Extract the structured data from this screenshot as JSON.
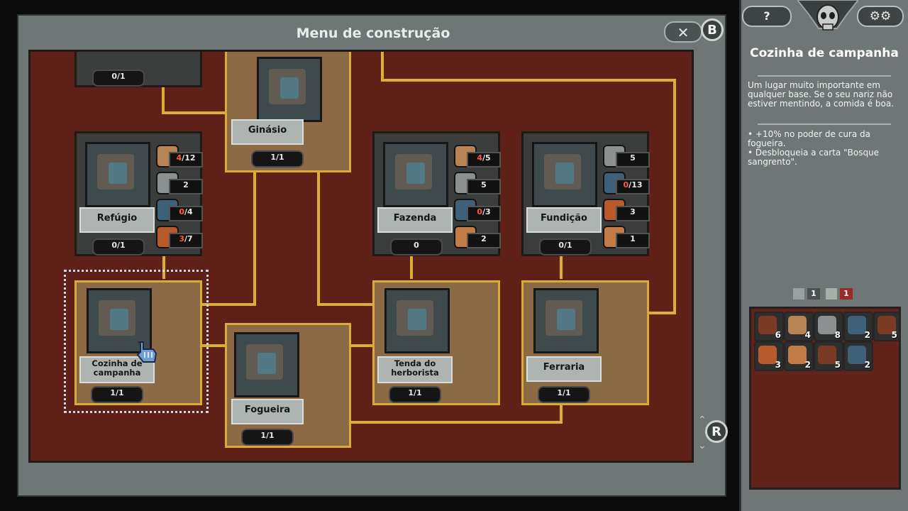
{
  "window": {
    "title": "Menu de construção",
    "close_key": "B",
    "close_symbol": "✕"
  },
  "board": {
    "scroll_key": "R",
    "buildings": [
      {
        "id": "top-partial",
        "name": "",
        "count": "0/1",
        "built": false
      },
      {
        "id": "ginasio",
        "name": "Ginásio",
        "count": "1/1",
        "built": true
      },
      {
        "id": "refugio",
        "name": "Refúgio",
        "count": "0/1",
        "built": false,
        "costs": [
          {
            "icon": "wood-icon",
            "have": "4",
            "need": "12",
            "short": true
          },
          {
            "icon": "stone-icon",
            "have": "2",
            "need": "",
            "short": false
          },
          {
            "icon": "metal-icon",
            "have": "0",
            "need": "4",
            "short": true
          },
          {
            "icon": "food-icon",
            "have": "3",
            "need": "7",
            "short": true
          }
        ]
      },
      {
        "id": "fazenda",
        "name": "Fazenda",
        "count": "0",
        "built": false,
        "costs": [
          {
            "icon": "wood-icon",
            "have": "4",
            "need": "5",
            "short": true
          },
          {
            "icon": "stone-icon",
            "have": "5",
            "need": "",
            "short": false
          },
          {
            "icon": "metal-icon",
            "have": "0",
            "need": "3",
            "short": true
          },
          {
            "icon": "orb-icon",
            "have": "2",
            "need": "",
            "short": false
          }
        ]
      },
      {
        "id": "fundicao",
        "name": "Fundição",
        "count": "0/1",
        "built": false,
        "costs": [
          {
            "icon": "stone-icon",
            "have": "5",
            "need": "",
            "short": false
          },
          {
            "icon": "metal-icon",
            "have": "0",
            "need": "13",
            "short": true
          },
          {
            "icon": "food-icon",
            "have": "3",
            "need": "",
            "short": false
          },
          {
            "icon": "orb-icon",
            "have": "1",
            "need": "",
            "short": false
          }
        ]
      },
      {
        "id": "cozinha",
        "name": "Cozinha de campanha",
        "count": "1/1",
        "built": true,
        "selected": true
      },
      {
        "id": "fogueira",
        "name": "Fogueira",
        "count": "1/1",
        "built": true
      },
      {
        "id": "tenda",
        "name": "Tenda do herborista",
        "count": "1/1",
        "built": true
      },
      {
        "id": "ferraria",
        "name": "Ferraria",
        "count": "1/1",
        "built": true
      }
    ]
  },
  "info_panel": {
    "help_label": "?",
    "settings_label": "⚙⚙",
    "title": "Cozinha de campanha",
    "description": "Um lugar muito importante em qualquer base. Se o seu nariz não estiver mentindo, a comida é boa.",
    "effects": [
      "• +10% no poder de cura da fogueira.",
      "• Desbloqueia a carta \"Bosque sangrento\"."
    ],
    "stock": [
      {
        "icon": "lantern-icon",
        "value": "1"
      },
      {
        "icon": "tile-icon",
        "value": "1"
      }
    ]
  },
  "inventory": [
    {
      "icon": "book-icon",
      "count": "6"
    },
    {
      "icon": "wood-icon",
      "count": "4"
    },
    {
      "icon": "stone-icon",
      "count": "8"
    },
    {
      "icon": "metal-icon",
      "count": "2"
    },
    {
      "icon": "book-icon",
      "count": "5"
    },
    {
      "icon": "food-icon",
      "count": "3"
    },
    {
      "icon": "orb-icon",
      "count": "2"
    },
    {
      "icon": "book-icon",
      "count": "5"
    },
    {
      "icon": "metal-icon",
      "count": "2"
    }
  ],
  "colors": {
    "board": "#5f2017",
    "path": "#d8b035",
    "frame": "#6e7676",
    "shortage": "#ff5a3c"
  }
}
